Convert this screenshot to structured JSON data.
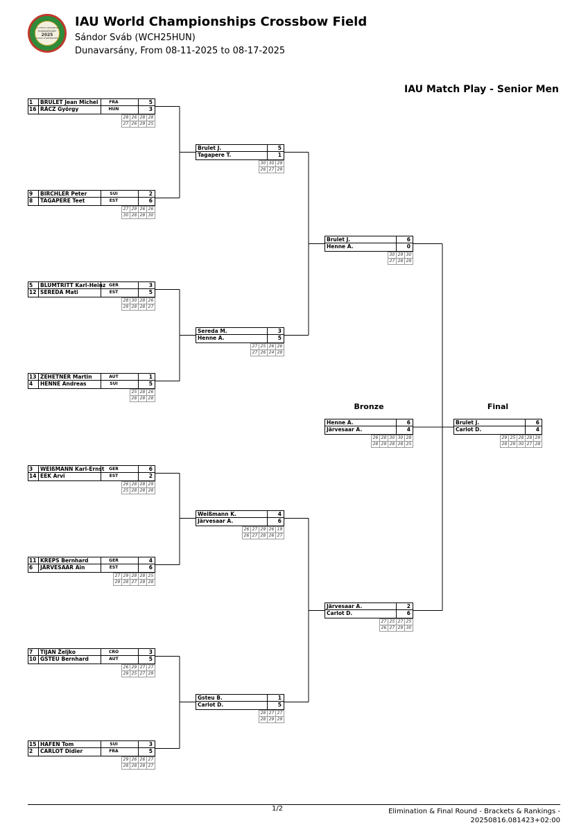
{
  "header": {
    "title": "IAU World Championships Crossbow Field",
    "subtitle": "Sándor Sváb (WCH25HUN)",
    "location": "Dunavarsány, From 08-11-2025 to 08-17-2025",
    "logo_text": [
      "IAU FIELD CROSSBOW",
      "DUNAVARSÁNY",
      "2025",
      "WORLD CHAMPIONSHIPS"
    ]
  },
  "section_title": "IAU Match Play - Senior Men",
  "labels": {
    "bronze": "Bronze",
    "final": "Final"
  },
  "round1": [
    {
      "a": {
        "rank": "1",
        "name": "BRULET Jean Michel",
        "country": "FRA",
        "score": "5"
      },
      "b": {
        "rank": "16",
        "name": "RÁCZ György",
        "country": "HUN",
        "score": "3"
      },
      "ends": [
        [
          "28",
          "26",
          "28",
          "28"
        ],
        [
          "27",
          "26",
          "29",
          "25"
        ]
      ]
    },
    {
      "a": {
        "rank": "9",
        "name": "BIRCHLER Peter",
        "country": "SUI",
        "score": "2"
      },
      "b": {
        "rank": "8",
        "name": "TAGAPERE Teet",
        "country": "EST",
        "score": "6"
      },
      "ends": [
        [
          "27",
          "29",
          "26",
          "26"
        ],
        [
          "30",
          "28",
          "28",
          "30"
        ]
      ]
    },
    {
      "a": {
        "rank": "5",
        "name": "BLUMTRITT Karl-Heinz",
        "country": "GER",
        "score": "3"
      },
      "b": {
        "rank": "12",
        "name": "SEREDA Mati",
        "country": "EST",
        "score": "5"
      },
      "ends": [
        [
          "28",
          "30",
          "28",
          "26"
        ],
        [
          "29",
          "28",
          "28",
          "27"
        ]
      ]
    },
    {
      "a": {
        "rank": "13",
        "name": "ZEHETNER Martin",
        "country": "AUT",
        "score": "1"
      },
      "b": {
        "rank": "4",
        "name": "HENNE Andreas",
        "country": "SUI",
        "score": "5"
      },
      "ends": [
        [
          "25",
          "28",
          "26"
        ],
        [
          "28",
          "28",
          "28"
        ]
      ]
    },
    {
      "a": {
        "rank": "3",
        "name": "WEIßMANN Karl-Ernst",
        "country": "GER",
        "score": "6"
      },
      "b": {
        "rank": "14",
        "name": "EEK Arvi",
        "country": "EST",
        "score": "2"
      },
      "ends": [
        [
          "26",
          "28",
          "28",
          "29"
        ],
        [
          "25",
          "28",
          "28",
          "28"
        ]
      ]
    },
    {
      "a": {
        "rank": "11",
        "name": "KREPS Bernhard",
        "country": "GER",
        "score": "4"
      },
      "b": {
        "rank": "6",
        "name": "JÄRVESAAR Ain",
        "country": "EST",
        "score": "6"
      },
      "ends": [
        [
          "27",
          "29",
          "28",
          "28",
          "25"
        ],
        [
          "29",
          "28",
          "27",
          "29",
          "28"
        ]
      ]
    },
    {
      "a": {
        "rank": "7",
        "name": "TIJAN Željko",
        "country": "CRO",
        "score": "3"
      },
      "b": {
        "rank": "10",
        "name": "GSTEU Bernhard",
        "country": "AUT",
        "score": "5"
      },
      "ends": [
        [
          "26",
          "29",
          "27",
          "27"
        ],
        [
          "29",
          "25",
          "27",
          "29"
        ]
      ]
    },
    {
      "a": {
        "rank": "15",
        "name": "HAFEN Tom",
        "country": "SUI",
        "score": "3"
      },
      "b": {
        "rank": "2",
        "name": "CARLOT Didier",
        "country": "FRA",
        "score": "5"
      },
      "ends": [
        [
          "29",
          "26",
          "26",
          "27"
        ],
        [
          "28",
          "28",
          "28",
          "27"
        ]
      ]
    }
  ],
  "quarterfinals": [
    {
      "a": {
        "name": "Brulet J.",
        "score": "5"
      },
      "b": {
        "name": "Tagapere T.",
        "score": "1"
      },
      "ends": [
        [
          "30",
          "30",
          "29"
        ],
        [
          "26",
          "27",
          "29"
        ]
      ]
    },
    {
      "a": {
        "name": "Sereda M.",
        "score": "3"
      },
      "b": {
        "name": "Henne A.",
        "score": "5"
      },
      "ends": [
        [
          "27",
          "25",
          "26",
          "26"
        ],
        [
          "27",
          "26",
          "24",
          "28"
        ]
      ]
    },
    {
      "a": {
        "name": "Weißmann K.",
        "score": "4"
      },
      "b": {
        "name": "Järvesaar A.",
        "score": "6"
      },
      "ends": [
        [
          "26",
          "27",
          "29",
          "26",
          "19"
        ],
        [
          "26",
          "27",
          "28",
          "26",
          "27"
        ]
      ]
    },
    {
      "a": {
        "name": "Gsteu B.",
        "score": "1"
      },
      "b": {
        "name": "Carlot D.",
        "score": "5"
      },
      "ends": [
        [
          "28",
          "27",
          "27"
        ],
        [
          "28",
          "29",
          "29"
        ]
      ]
    }
  ],
  "semifinals": [
    {
      "a": {
        "name": "Brulet J.",
        "score": "6"
      },
      "b": {
        "name": "Henne A.",
        "score": "0"
      },
      "ends": [
        [
          "30",
          "29",
          "30"
        ],
        [
          "27",
          "28",
          "28"
        ]
      ]
    },
    {
      "a": {
        "name": "Järvesaar A.",
        "score": "2"
      },
      "b": {
        "name": "Carlot D.",
        "score": "6"
      },
      "ends": [
        [
          "27",
          "25",
          "27",
          "25"
        ],
        [
          "26",
          "27",
          "29",
          "30"
        ]
      ]
    }
  ],
  "bronze": {
    "a": {
      "name": "Henne A.",
      "score": "6"
    },
    "b": {
      "name": "Järvesaar A.",
      "score": "4"
    },
    "ends": [
      [
        "26",
        "28",
        "30",
        "30",
        "28"
      ],
      [
        "28",
        "29",
        "28",
        "28",
        "25"
      ]
    ]
  },
  "final": {
    "a": {
      "name": "Brulet J.",
      "score": "6"
    },
    "b": {
      "name": "Carlot D.",
      "score": "4"
    },
    "ends": [
      [
        "29",
        "25",
        "28",
        "28",
        "29"
      ],
      [
        "28",
        "29",
        "30",
        "27",
        "28"
      ]
    ]
  },
  "footer": {
    "page": "1/2",
    "line1": "Elimination & Final Round - Brackets & Rankings -",
    "line2": "20250816.081423+02:00"
  }
}
